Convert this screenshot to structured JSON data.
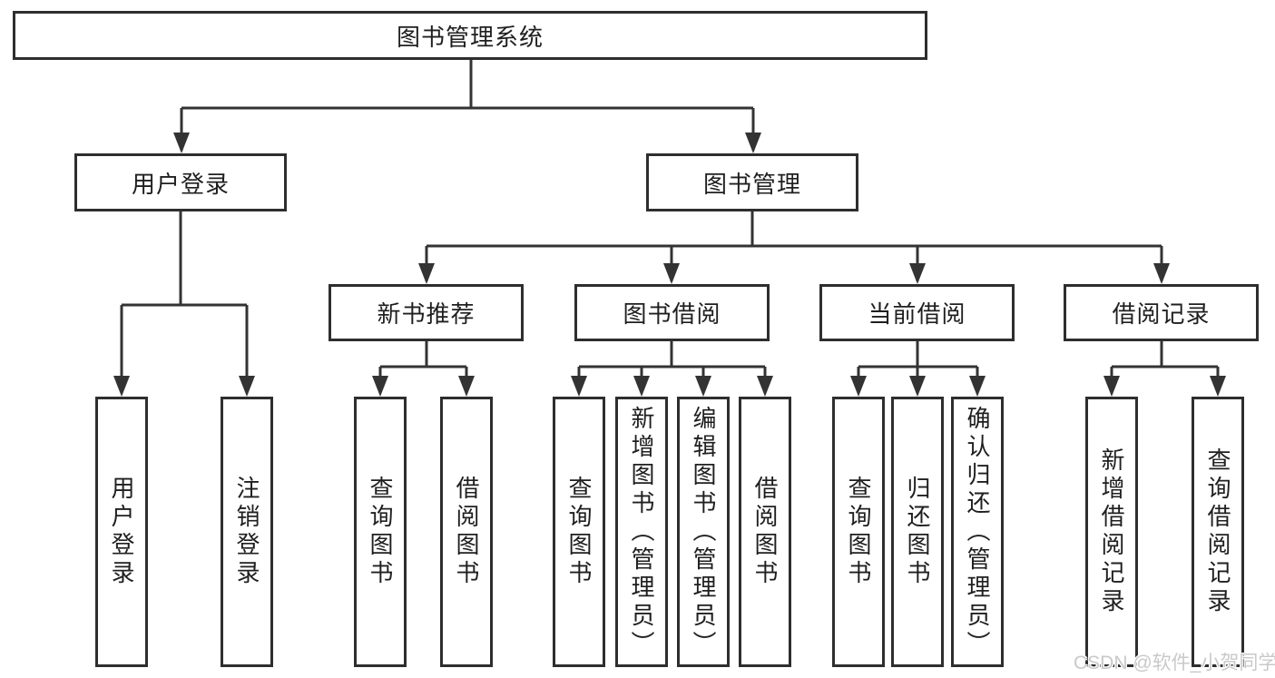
{
  "colors": {
    "line": "#333333",
    "box_border": "#2e2e2e",
    "text": "#1f1f1f",
    "background": "#ffffff",
    "watermark": "#c9c9c9"
  },
  "tree": {
    "root": {
      "label": "图书管理系统"
    },
    "branches": [
      {
        "label": "用户登录",
        "children": [
          {
            "label": "用户登录"
          },
          {
            "label": "注销登录"
          }
        ]
      },
      {
        "label": "图书管理",
        "children": [
          {
            "label": "新书推荐",
            "children": [
              {
                "label": "查询图书"
              },
              {
                "label": "借阅图书"
              }
            ]
          },
          {
            "label": "图书借阅",
            "children": [
              {
                "label": "查询图书"
              },
              {
                "label": "新增图书（管理员）"
              },
              {
                "label": "编辑图书（管理员）"
              },
              {
                "label": "借阅图书"
              }
            ]
          },
          {
            "label": "当前借阅",
            "children": [
              {
                "label": "查询图书"
              },
              {
                "label": "归还图书"
              },
              {
                "label": "确认归还（管理员）"
              }
            ]
          },
          {
            "label": "借阅记录",
            "children": [
              {
                "label": "新增借阅记录"
              },
              {
                "label": "查询借阅记录"
              }
            ]
          }
        ]
      }
    ]
  },
  "watermark": {
    "text": "CSDN @软件_小贺同学"
  }
}
